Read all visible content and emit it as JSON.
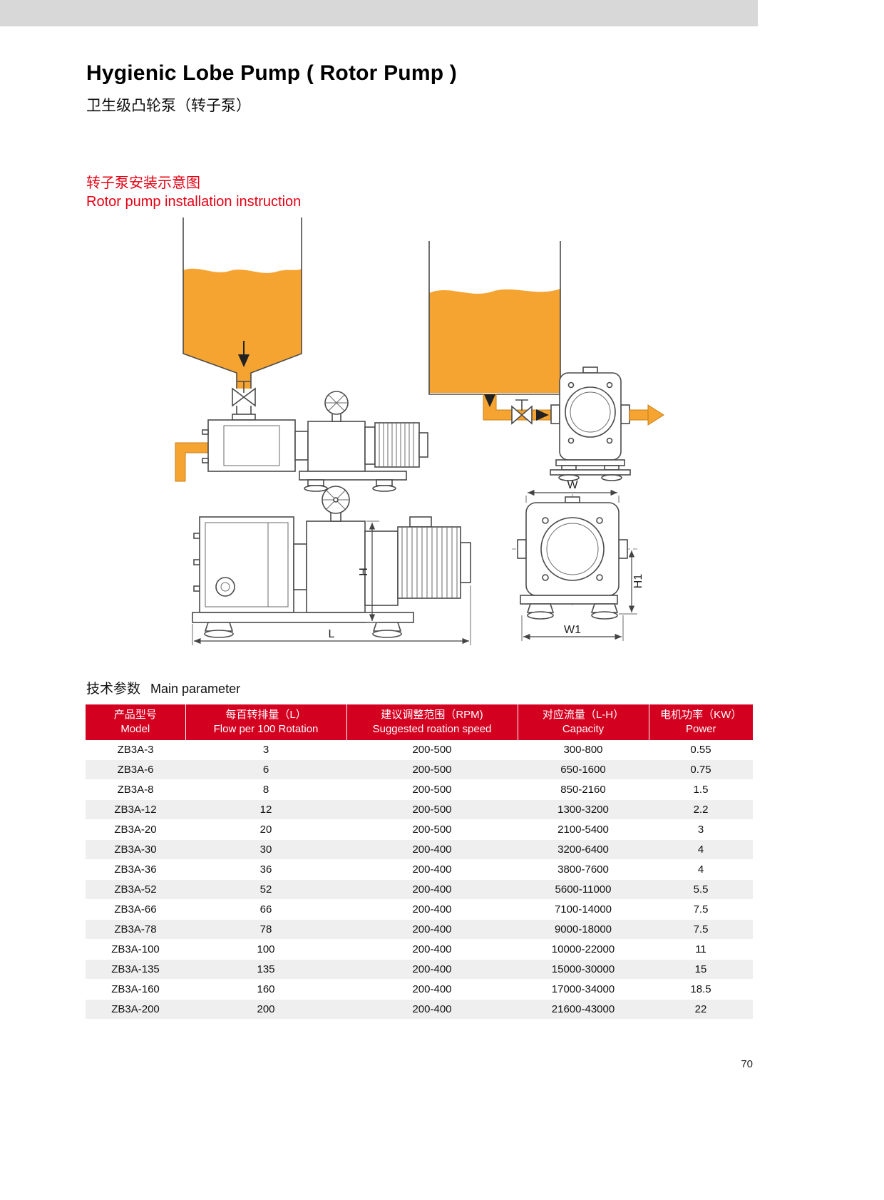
{
  "page": {
    "title_en": "Hygienic Lobe Pump ( Rotor Pump )",
    "title_zh": "卫生级凸轮泵（转子泵）",
    "page_number": "70"
  },
  "headings": {
    "install_zh": "转子泵安装示意图",
    "install_en": "Rotor pump installation instruction",
    "params_zh": "技术参数",
    "params_en": "Main parameter"
  },
  "colors": {
    "heading_red": "#e60012",
    "table_header_red": "#d40020",
    "liquid_orange": "#f6a431",
    "row_stripe_gray": "#efefef",
    "top_bar_gray": "#d8d8d8"
  },
  "diagram": {
    "dimension_labels": {
      "w": "W",
      "w1": "W1",
      "h": "H",
      "h1": "H1",
      "l": "L"
    }
  },
  "table": {
    "columns": [
      {
        "zh": "产品型号",
        "en": "Model"
      },
      {
        "zh": "每百转排量（L）",
        "en": "Flow per 100 Rotation"
      },
      {
        "zh": "建议调整范围（RPM)",
        "en": "Suggested roation speed"
      },
      {
        "zh": "对应流量（L-H）",
        "en": "Capacity"
      },
      {
        "zh": "电机功率（KW）",
        "en": "Power"
      }
    ],
    "rows": [
      [
        "ZB3A-3",
        "3",
        "200-500",
        "300-800",
        "0.55"
      ],
      [
        "ZB3A-6",
        "6",
        "200-500",
        "650-1600",
        "0.75"
      ],
      [
        "ZB3A-8",
        "8",
        "200-500",
        "850-2160",
        "1.5"
      ],
      [
        "ZB3A-12",
        "12",
        "200-500",
        "1300-3200",
        "2.2"
      ],
      [
        "ZB3A-20",
        "20",
        "200-500",
        "2100-5400",
        "3"
      ],
      [
        "ZB3A-30",
        "30",
        "200-400",
        "3200-6400",
        "4"
      ],
      [
        "ZB3A-36",
        "36",
        "200-400",
        "3800-7600",
        "4"
      ],
      [
        "ZB3A-52",
        "52",
        "200-400",
        "5600-11000",
        "5.5"
      ],
      [
        "ZB3A-66",
        "66",
        "200-400",
        "7100-14000",
        "7.5"
      ],
      [
        "ZB3A-78",
        "78",
        "200-400",
        "9000-18000",
        "7.5"
      ],
      [
        "ZB3A-100",
        "100",
        "200-400",
        "10000-22000",
        "11"
      ],
      [
        "ZB3A-135",
        "135",
        "200-400",
        "15000-30000",
        "15"
      ],
      [
        "ZB3A-160",
        "160",
        "200-400",
        "17000-34000",
        "18.5"
      ],
      [
        "ZB3A-200",
        "200",
        "200-400",
        "21600-43000",
        "22"
      ]
    ]
  }
}
